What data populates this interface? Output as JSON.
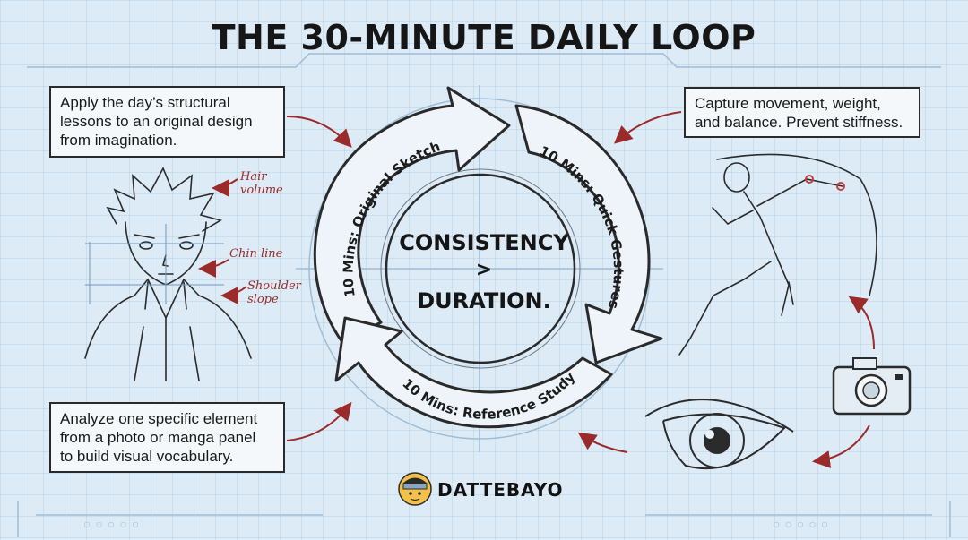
{
  "title": "THE 30-MINUTE DAILY LOOP",
  "loop": {
    "center_line1": "CONSISTENCY",
    "center_line2": ">",
    "center_line3": "DURATION.",
    "stages": [
      {
        "label": "10 Mins: Original Sketch"
      },
      {
        "label": "10 Mins: Quick Gestures"
      },
      {
        "label": "10 Mins: Reference Study"
      }
    ]
  },
  "notes": {
    "top_left": [
      "Apply the day’s structural",
      "lessons to an original design",
      "from imagination."
    ],
    "top_right": [
      "Capture movement, weight,",
      "and balance. Prevent stiffness."
    ],
    "bottom_left": [
      "Analyze one specific element",
      "from a photo or manga panel",
      "to build visual vocabulary."
    ]
  },
  "annotations": {
    "hair": [
      "Hair",
      "volume"
    ],
    "chin": "Chin line",
    "shoulder": [
      "Shoulder",
      "slope"
    ]
  },
  "brand": "DATTEBAYO",
  "decor": {
    "left_dots": "○○○○○",
    "right_dots": "○○○○○"
  },
  "colors": {
    "background": "#dcebf6",
    "ink": "#2a2a2a",
    "annotation_red": "#9b2a2a",
    "blueprint": "#86b0d0",
    "logo_gold": "#f2c14a"
  }
}
